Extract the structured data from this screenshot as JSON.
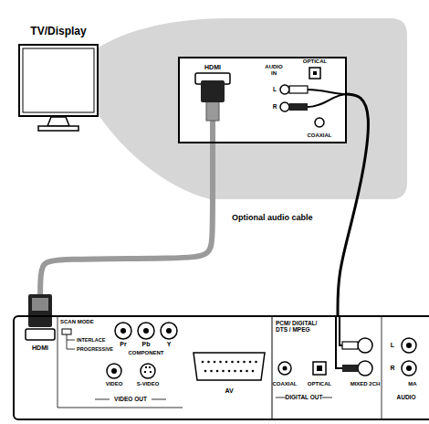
{
  "diagram": {
    "nodes": [
      {
        "text": [
          "TV/Display"
        ]
      },
      {
        "text": [
          "HDMI",
          "AUDIO IN",
          "L",
          "R",
          "OPTICAL",
          "COAXIAL"
        ]
      },
      {
        "text": [
          "HDMI",
          "SCAN MODE",
          "INTERLACE",
          "PROGRESSIVE",
          "Pr",
          "Pb",
          "Y",
          "COMPONENT",
          "VIDEO",
          "S-VIDEO",
          "VIDEO OUT",
          "AV",
          "PCM/ DIGITAL/ DTS / MPEG",
          "COAXIAL",
          "OPTICAL",
          "DIGITAL OUT",
          "MIXED 2CH",
          "L",
          "R",
          "MA",
          "AUDIO"
        ]
      }
    ],
    "edges": [
      {
        "from": 2,
        "to": 1,
        "arrow": "none"
      },
      {
        "from": 2,
        "to": 1,
        "label": "Optional audio cable",
        "arrow": "none"
      }
    ]
  }
}
